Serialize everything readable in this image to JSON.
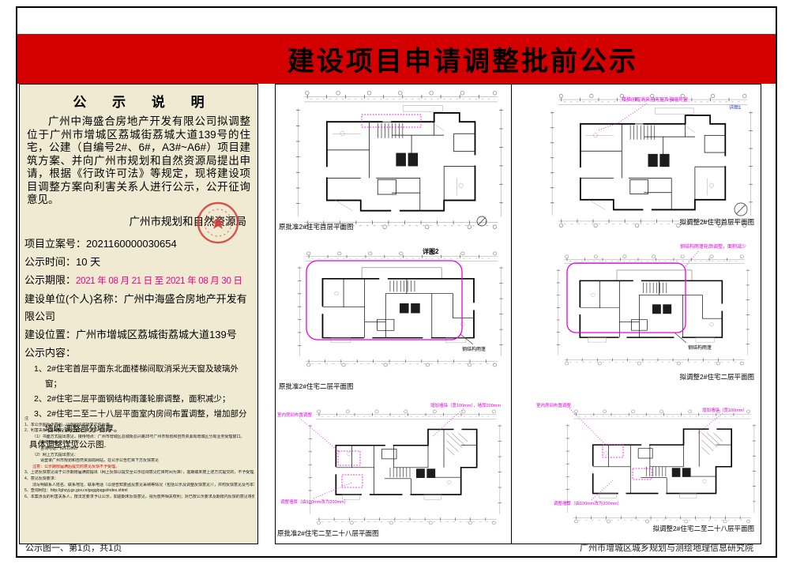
{
  "page": {
    "title": "建设项目申请调整批前公示",
    "footer_left": "公示图一、第1页，共1页",
    "footer_right": "广州市增城区城乡规划与测绘地理信息研究院"
  },
  "colors": {
    "banner_red": "#d40000",
    "panel_beige": "#f0ead2",
    "date_pink": "#e8008c",
    "annotation_magenta": "#e800e8"
  },
  "notice": {
    "heading": "公 示 说 明",
    "body": "广州中海盛合房地产开发有限公司拟调整位于广州市增城区荔城街荔城大道139号的住宅，公建（自编号2#、6#，A3#~A6#）项目建筑方案、并向广州市规划和自然资源局提出申请，根据《行政许可法》等规定，现将建设项目调整方案向利害关系人进行公示，公开征询意见。",
    "authority": "广州市规划和自然资源局",
    "fields": [
      {
        "label": "项目立案号：",
        "value": "2021160000030654"
      },
      {
        "label": "公示时间：",
        "value": "10 天"
      },
      {
        "label": "公示期限：",
        "value": "2021 年 08 月 21 日 至 2021 年 08 月 30 日"
      },
      {
        "label": "建设单位(个人)名称：",
        "value": "广州中海盛合房地产开发有限公司"
      },
      {
        "label": "建设位置：",
        "value": "广州市增城区荔城街荔城大道139号"
      }
    ],
    "content_heading": "公示内容：",
    "content_items": [
      "1、2#住宅首层平面东北面楼梯间取消采光天窗及玻璃外窗；",
      "2、2#住宅二层平面钢结构雨蓬轮廓调整，面积减少；",
      "3、2#住宅二至二十八层平面室内房间布置调整，增加部分墙垛,调整部分墙厚。"
    ],
    "content_note": "具体调整详见公示图.",
    "notes": [
      "注",
      "1、本公示图为示意图，以规划许可批复文件为准。",
      "2、利害关系人如需进行意见反馈，可用以下方式：",
      "（1）书面方式提出意见，接待地点：广州市增城区荔城街荔兴路35号广州市规划和自然资源局增城区分局业务受理窗口。",
      "接待时间：9:00-12:00",
      "咨询电话：82611663",
      "（2）网上方式提出意见：",
      "请登录广州市规划和自然资源局网站，在公示公告栏目下方反馈意见",
      "注意：公示期限届满后提交的意见反馈不予受理。",
      "3、上述反馈意见请于公示期限届满前提出（网上反馈以提交至公示征询意见栏目时间为准），逾期或未按上述方式提交的，不予受理。",
      "4、意见反馈要求：",
      "须写明联系人姓名、联系地址、联系电话（以便告知复函及意见采纳等情况（包括公示及调整反馈意见）），并附反馈意见及与本项目有关的利害关系证明材料（详见反馈要求），予以受理。",
      "5、查询网址：http://ghzyj.gz.gov.cn/gsgg/pqgs/index.shtml",
      "6、本案涉及的利害关系人，按法定要求予以公示，如逾期未反馈意见，视为放弃相关权利；对已按公示要求及期限内反馈的意见将依法予以研究处理并记录归档。"
    ]
  },
  "plans": [
    {
      "caption": "原批准2#住宅首层平面图"
    },
    {
      "caption": "拟调整2#住宅首层平面图",
      "note": "楼梯间取消采光天窗及玻璃外窗",
      "detail": "详图1"
    },
    {
      "caption": "原批准2#住宅二层平面图",
      "detail": "详图2",
      "canopy": "钢结构雨蓬"
    },
    {
      "caption": "拟调整2#住宅二层平面图",
      "note": "钢结构雨蓬轮廓调整，面积减少",
      "canopy": "钢结构雨蓬"
    },
    {
      "caption": "原批准2#住宅二至二十八层平面图",
      "note_a": "室内房间布置调整",
      "note_b": "增加墙垛（宽100mm），墙厚200mm",
      "note_c": "调整墙厚（由100mm改为200mm）"
    },
    {
      "caption": "拟调整2#住宅二至二十八层平面图",
      "note_a": "室内房间布置调整",
      "note_b": "增加墙垛（宽100mm）",
      "note_c": "调整墙厚（由100mm改为200mm）"
    }
  ]
}
